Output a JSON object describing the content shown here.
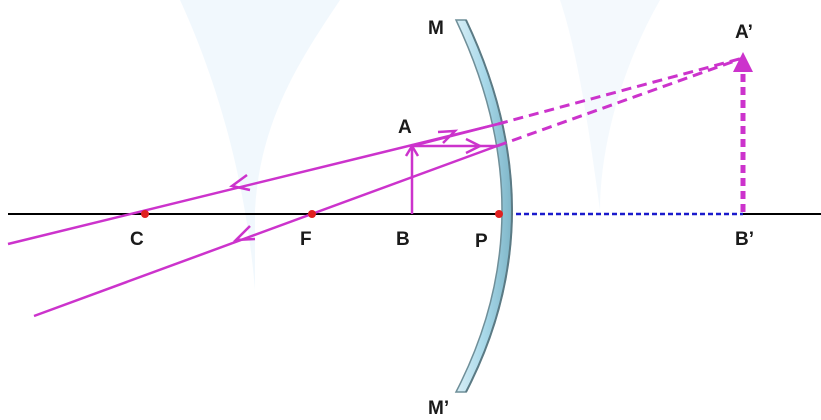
{
  "labels": {
    "mirror_top": "M",
    "mirror_bottom": "M’",
    "object_top": "A",
    "object_base": "B",
    "image_top": "A’",
    "image_base": "B’",
    "center_of_curvature": "C",
    "focus": "F",
    "pole": "P"
  },
  "colors": {
    "ray": "#cc33cc",
    "axis": "#000000",
    "virtual_axis": "#1a1acc",
    "mirror_face": "#a9d9ea",
    "mirror_back": "#6f8f99",
    "point": "#e02020",
    "background_watermark": "#eaf4fb"
  }
}
